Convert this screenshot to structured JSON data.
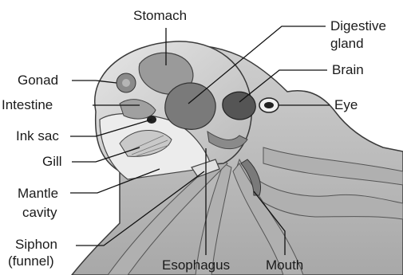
{
  "labels": {
    "stomach": "Stomach",
    "digestive_gland_1": "Digestive",
    "digestive_gland_2": "gland",
    "gonad": "Gonad",
    "brain": "Brain",
    "intestine": "Intestine",
    "eye": "Eye",
    "ink_sac": "Ink sac",
    "gill": "Gill",
    "mantle_cavity_1": "Mantle",
    "mantle_cavity_2": "cavity",
    "siphon_1": "Siphon",
    "siphon_2": "(funnel)",
    "esophagus": "Esophagus",
    "mouth": "Mouth"
  },
  "colors": {
    "tissue_light": "#d9d9d9",
    "tissue_mid": "#b5b5b5",
    "tissue_dark": "#8c8c8c",
    "organ_dark": "#6e6e6e",
    "outline": "#3a3a3a",
    "leader_line": "#111111"
  }
}
